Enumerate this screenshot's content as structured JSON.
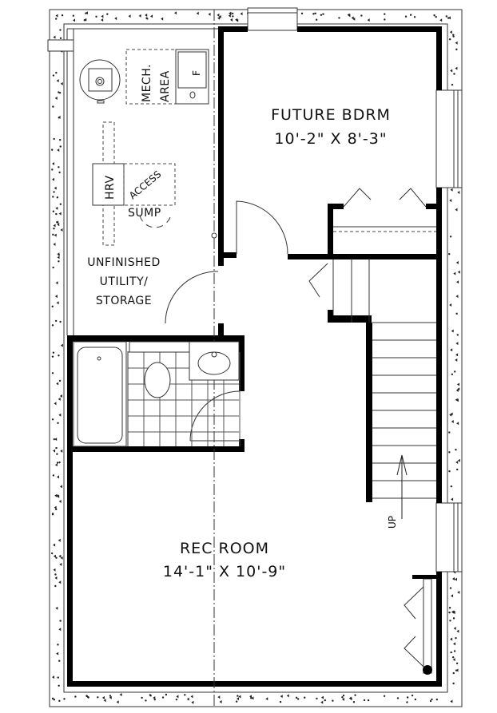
{
  "plan": {
    "rooms": {
      "bedroom": {
        "name": "FUTURE BDRM",
        "size": "10'-2\" X 8'-3\""
      },
      "rec_room": {
        "name": "REC ROOM",
        "size": "14'-1\" X 10'-9\""
      },
      "utility": {
        "line1": "UNFINISHED",
        "line2": "UTILITY/",
        "line3": "STORAGE"
      }
    },
    "fixtures": {
      "mech_line1": "MECH.",
      "mech_line2": "AREA",
      "furnace": "F",
      "hrv": "HRV",
      "access": "ACCESS",
      "sump": "SUMP",
      "stair_up": "UP"
    }
  }
}
